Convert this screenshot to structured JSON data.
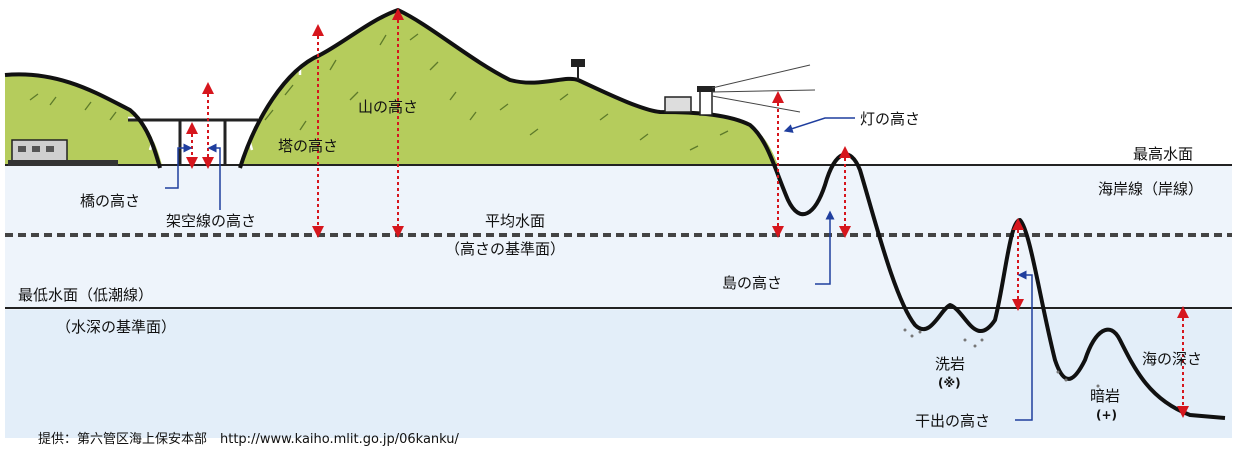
{
  "labels": {
    "bridge_height": "橋の高さ",
    "overhead_line_height": "架空線の高さ",
    "tower_height": "塔の高さ",
    "mountain_height": "山の高さ",
    "light_height": "灯の高さ",
    "highest_water": "最高水面",
    "coastline": "海岸線（岸線）",
    "mean_water": "平均水面",
    "height_datum": "（高さの基準面）",
    "island_height": "島の高さ",
    "lowest_water": "最低水面（低潮線）",
    "depth_datum": "（水深の基準面）",
    "washed_rock": "洗岩",
    "washed_rock_symbol": "(※)",
    "drying_height": "干出の高さ",
    "sunken_rock": "暗岩",
    "sunken_rock_symbol": "(+)",
    "sea_depth": "海の深さ"
  },
  "credit": "提供：第六管区海上保安本部　http://www.kaiho.mlit.go.jp/06kanku/",
  "colors": {
    "land": "#b5cc5c",
    "sea_upper": "#eef4fb",
    "sea_lower": "#e3eef9",
    "outline": "#111111",
    "measure": "#d6161d",
    "leader": "#1f3e9e"
  }
}
